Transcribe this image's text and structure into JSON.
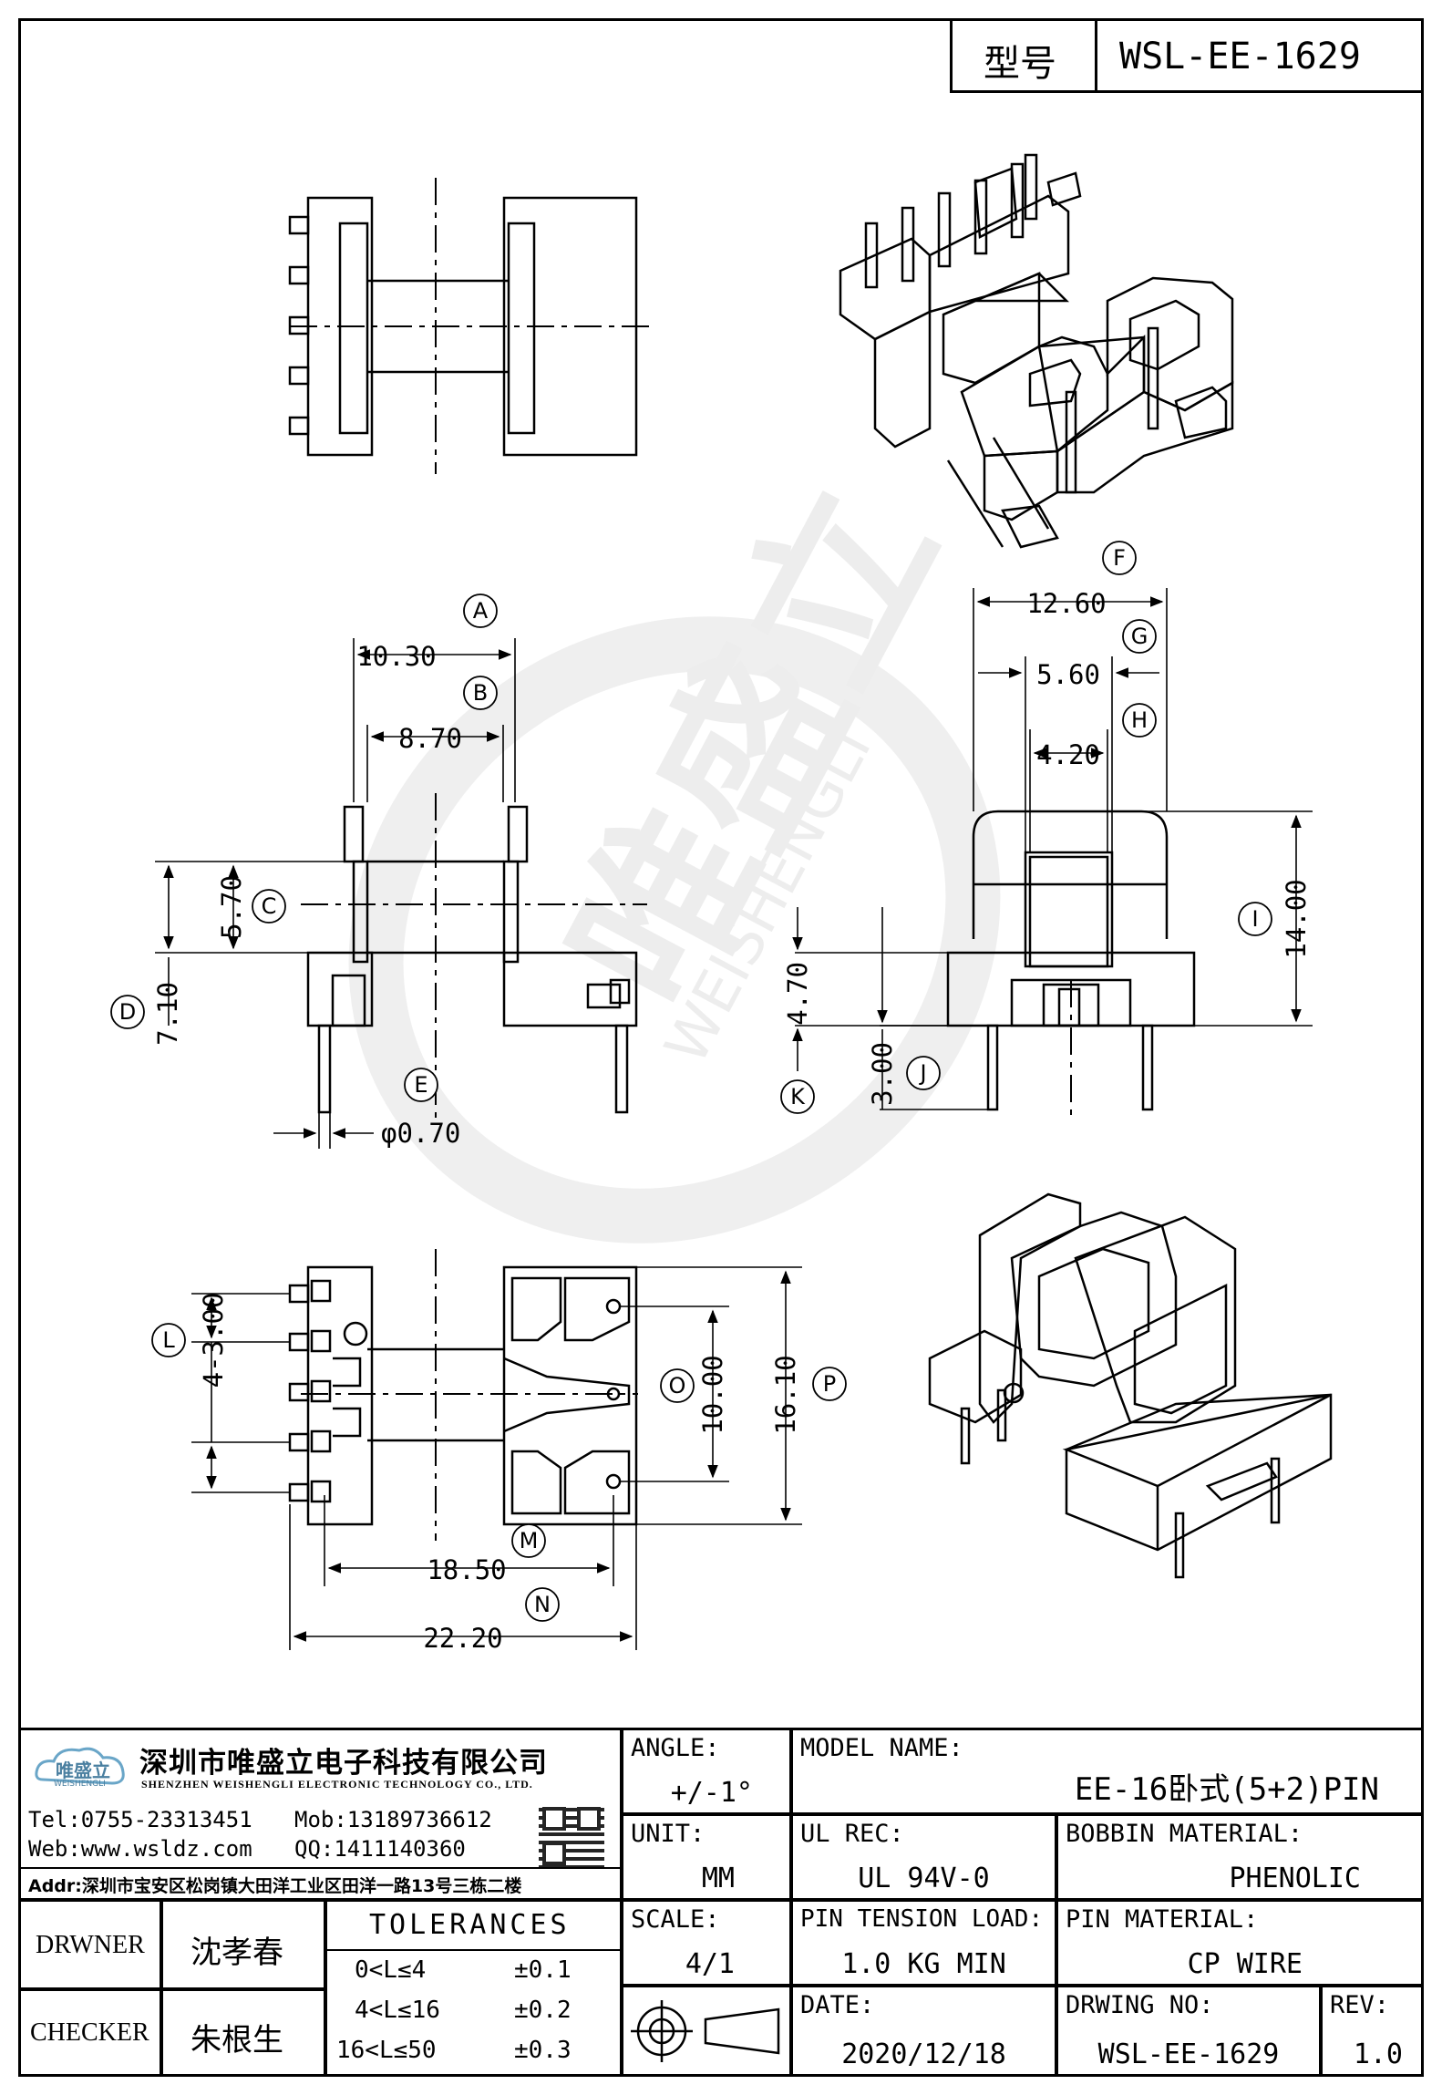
{
  "header": {
    "type_label": "型号",
    "type_value": "WSL-EE-1629"
  },
  "watermark": {
    "cn": "唯盛立",
    "en": "WEISHENGLI"
  },
  "dims": {
    "A": {
      "letter": "A",
      "text": "10.30"
    },
    "B": {
      "letter": "B",
      "text": "8.70"
    },
    "C": {
      "letter": "C",
      "text": "5.70"
    },
    "D": {
      "letter": "D",
      "text": "7.10"
    },
    "E": {
      "letter": "E",
      "text": "φ0.70"
    },
    "F": {
      "letter": "F",
      "text": "12.60"
    },
    "G": {
      "letter": "G",
      "text": "5.60"
    },
    "H": {
      "letter": "H",
      "text": "4.20"
    },
    "I": {
      "letter": "I",
      "text": "14.00"
    },
    "J": {
      "letter": "J",
      "text": "3.00"
    },
    "K": {
      "letter": "K",
      "text": "4.70"
    },
    "L": {
      "letter": "L",
      "text": "4-3.00"
    },
    "M": {
      "letter": "M",
      "text": "18.50"
    },
    "N": {
      "letter": "N",
      "text": "22.20"
    },
    "O": {
      "letter": "O",
      "text": "10.00"
    },
    "P": {
      "letter": "P",
      "text": "16.10"
    }
  },
  "company": {
    "logo_cn": "唯盛立",
    "logo_en": "WEISHENGLI",
    "name_cn": "深圳市唯盛立电子科技有限公司",
    "name_en": "SHENZHEN WEISHENGLI ELECTRONIC TECHNOLOGY CO., LTD.",
    "tel": "Tel:0755-23313451",
    "mob": "Mob:13189736612",
    "web": "Web:www.wsldz.com",
    "qq": "QQ:1411140360",
    "addr": "Addr:深圳市宝安区松岗镇大田洋工业区田洋一路13号三栋二楼"
  },
  "title_block": {
    "angle_label": "ANGLE:",
    "angle_value": "+/-1°",
    "model_label": "MODEL NAME:",
    "model_value": "EE-16卧式(5+2)PIN",
    "unit_label": "UNIT:",
    "unit_value": "MM",
    "ul_label": "UL REC:",
    "ul_value": "UL 94V-0",
    "bobbin_label": "BOBBIN MATERIAL:",
    "bobbin_value": "PHENOLIC",
    "scale_label": "SCALE:",
    "scale_value": "4/1",
    "pin_tension_label": "PIN TENSION LOAD:",
    "pin_tension_value": "1.0 KG MIN",
    "pin_material_label": "PIN MATERIAL:",
    "pin_material_value": "CP WIRE",
    "date_label": "DATE:",
    "date_value": "2020/12/18",
    "drawing_no_label": "DRWING NO:",
    "drawing_no_value": "WSL-EE-1629",
    "rev_label": "REV:",
    "rev_value": "1.0",
    "drawer_label": "DRWNER",
    "drawer_value": "沈孝春",
    "checker_label": "CHECKER",
    "checker_value": "朱根生",
    "tolerances_title": "TOLERANCES",
    "tolerances": [
      {
        "range": "0<L≤4",
        "tol": "±0.1"
      },
      {
        "range": "4<L≤16",
        "tol": "±0.2"
      },
      {
        "range": "16<L≤50",
        "tol": "±0.3"
      }
    ]
  }
}
